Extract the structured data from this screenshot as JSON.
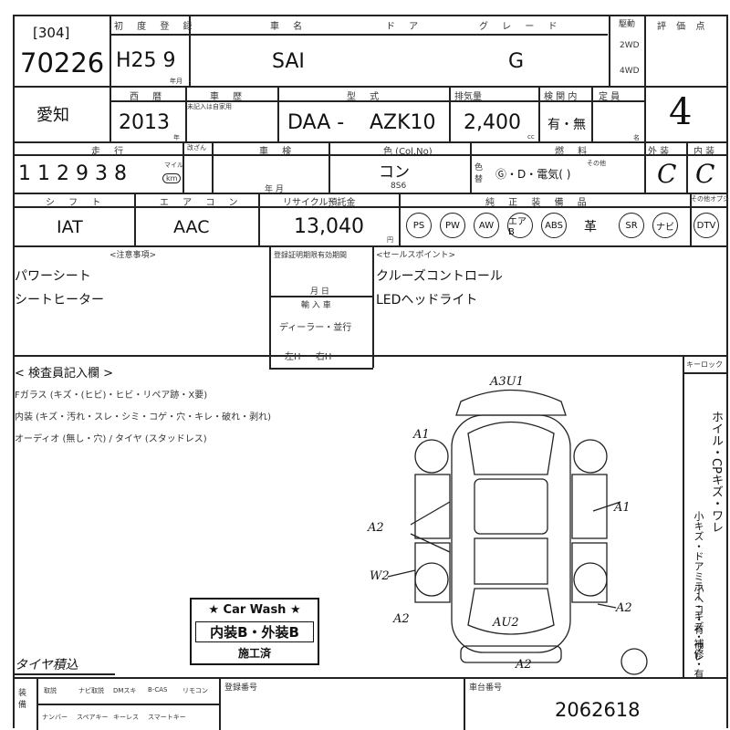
{
  "header": {
    "lot_box": "[304]",
    "lot_number": "70226",
    "first_reg_label": "初 度 登 録",
    "first_reg_value": "H25 9",
    "first_reg_unit": "年月",
    "car_name_label": "車 名",
    "car_name": "SAI",
    "door_label": "ド ア",
    "grade_label": "グ レ ー ド",
    "grade": "G",
    "drive_label": "駆動",
    "drive_2wd": "2WD",
    "drive_4wd": "4WD",
    "score_label": "評 価 点"
  },
  "row2": {
    "pref": "愛知",
    "year_label": "西 暦",
    "year": "2013",
    "year_unit": "年",
    "history_label": "車 歴",
    "history_sub": "未記入は自家用",
    "model_label": "型 式",
    "model_prefix": "DAA -",
    "model": "AZK10",
    "displacement_label": "排気量",
    "displacement": "2,400",
    "cc": "cc",
    "inspection_label": "検 関 内",
    "inspection": "有・無",
    "capacity_label": "定 員",
    "capacity_unit": "名",
    "score_hand": "4"
  },
  "row3": {
    "mileage_label": "走 行",
    "mileage": "1 1 2  9 3 8",
    "mile_unit": "マイル",
    "km_unit": "km",
    "odometer_label": "改ざん",
    "shaken_label": "車 検",
    "shaken_units": "年         月",
    "color_label": "色 (Col.No)",
    "color": "コン",
    "color_code": "8S6",
    "color_change_label": "色替",
    "fuel_label": "燃 料",
    "fuel": "Ⓖ・D・電気(           )",
    "fuel_other": "その他",
    "exterior_label": "外 装",
    "interior_label": "内 装",
    "exterior_hand": "C",
    "interior_hand": "C"
  },
  "row4": {
    "shift_label": "シ フ ト",
    "shift": "IAT",
    "ac_label": "エ ア コ ン",
    "ac": "AAC",
    "recycle_label": "リサイクル預託金",
    "recycle": "13,040",
    "recycle_unit": "円",
    "equipment_label": "純 正 装 備 品",
    "equipment": [
      "PS",
      "PW",
      "AW",
      "エアB",
      "ABS"
    ],
    "leather": "革",
    "equipment2": [
      "SR",
      "ナビ",
      "DTV"
    ],
    "other_label": "その他オプション"
  },
  "notes": {
    "caution_label": "<注意事項>",
    "caution_items": [
      "パワーシート",
      "シートヒーター"
    ],
    "cert_label": "登録証明期限有効期間",
    "cert_units": "月        日",
    "import_label": "輸 入 車",
    "import_dealer": "ディーラー・並行",
    "import_steering": "左H ・ 右H",
    "sales_label": "<セールスポイント>",
    "sales_items": [
      "クルーズコントロール",
      "LEDヘッドライト"
    ]
  },
  "inspector": {
    "title": "< 検査員記入欄 >",
    "line1": "Fガラス (キズ・(ヒビ)・ヒビ・リペア跡・X要)",
    "line2": "内装 (キズ・汚れ・スレ・シミ・コゲ・穴・キレ・破れ・剥れ)",
    "line3": "オーディオ (無し・穴) / タイヤ (スタッドレス)",
    "tire_note": "タイヤ積込",
    "marks": [
      "A3U1",
      "A1",
      "A1",
      "A2",
      "W2",
      "A2",
      "AU2",
      "A2",
      "A2"
    ]
  },
  "right_col": {
    "keyless": "キーロック",
    "vertical1": "ホイル・CPキズ・ワレ",
    "vertical2": "小キズ・ドアミラー・キズ・ワレ",
    "vertical3": "小ヘコ・有",
    "vertical4": "補修・有"
  },
  "carwash": {
    "title": "★ Car Wash ★",
    "grades": "内装B・外装B",
    "done": "施工済"
  },
  "footer": {
    "label": "装備",
    "items_top": [
      "取説",
      "ナビ取説",
      "DMスキ",
      "B-CAS",
      "リモコン"
    ],
    "items_bottom": [
      "ナンバー",
      "スペアキー",
      "キーレス",
      "スマートキー"
    ],
    "hold_label": "登録番号",
    "chassis_label": "車台番号",
    "chassis": "2062618"
  }
}
